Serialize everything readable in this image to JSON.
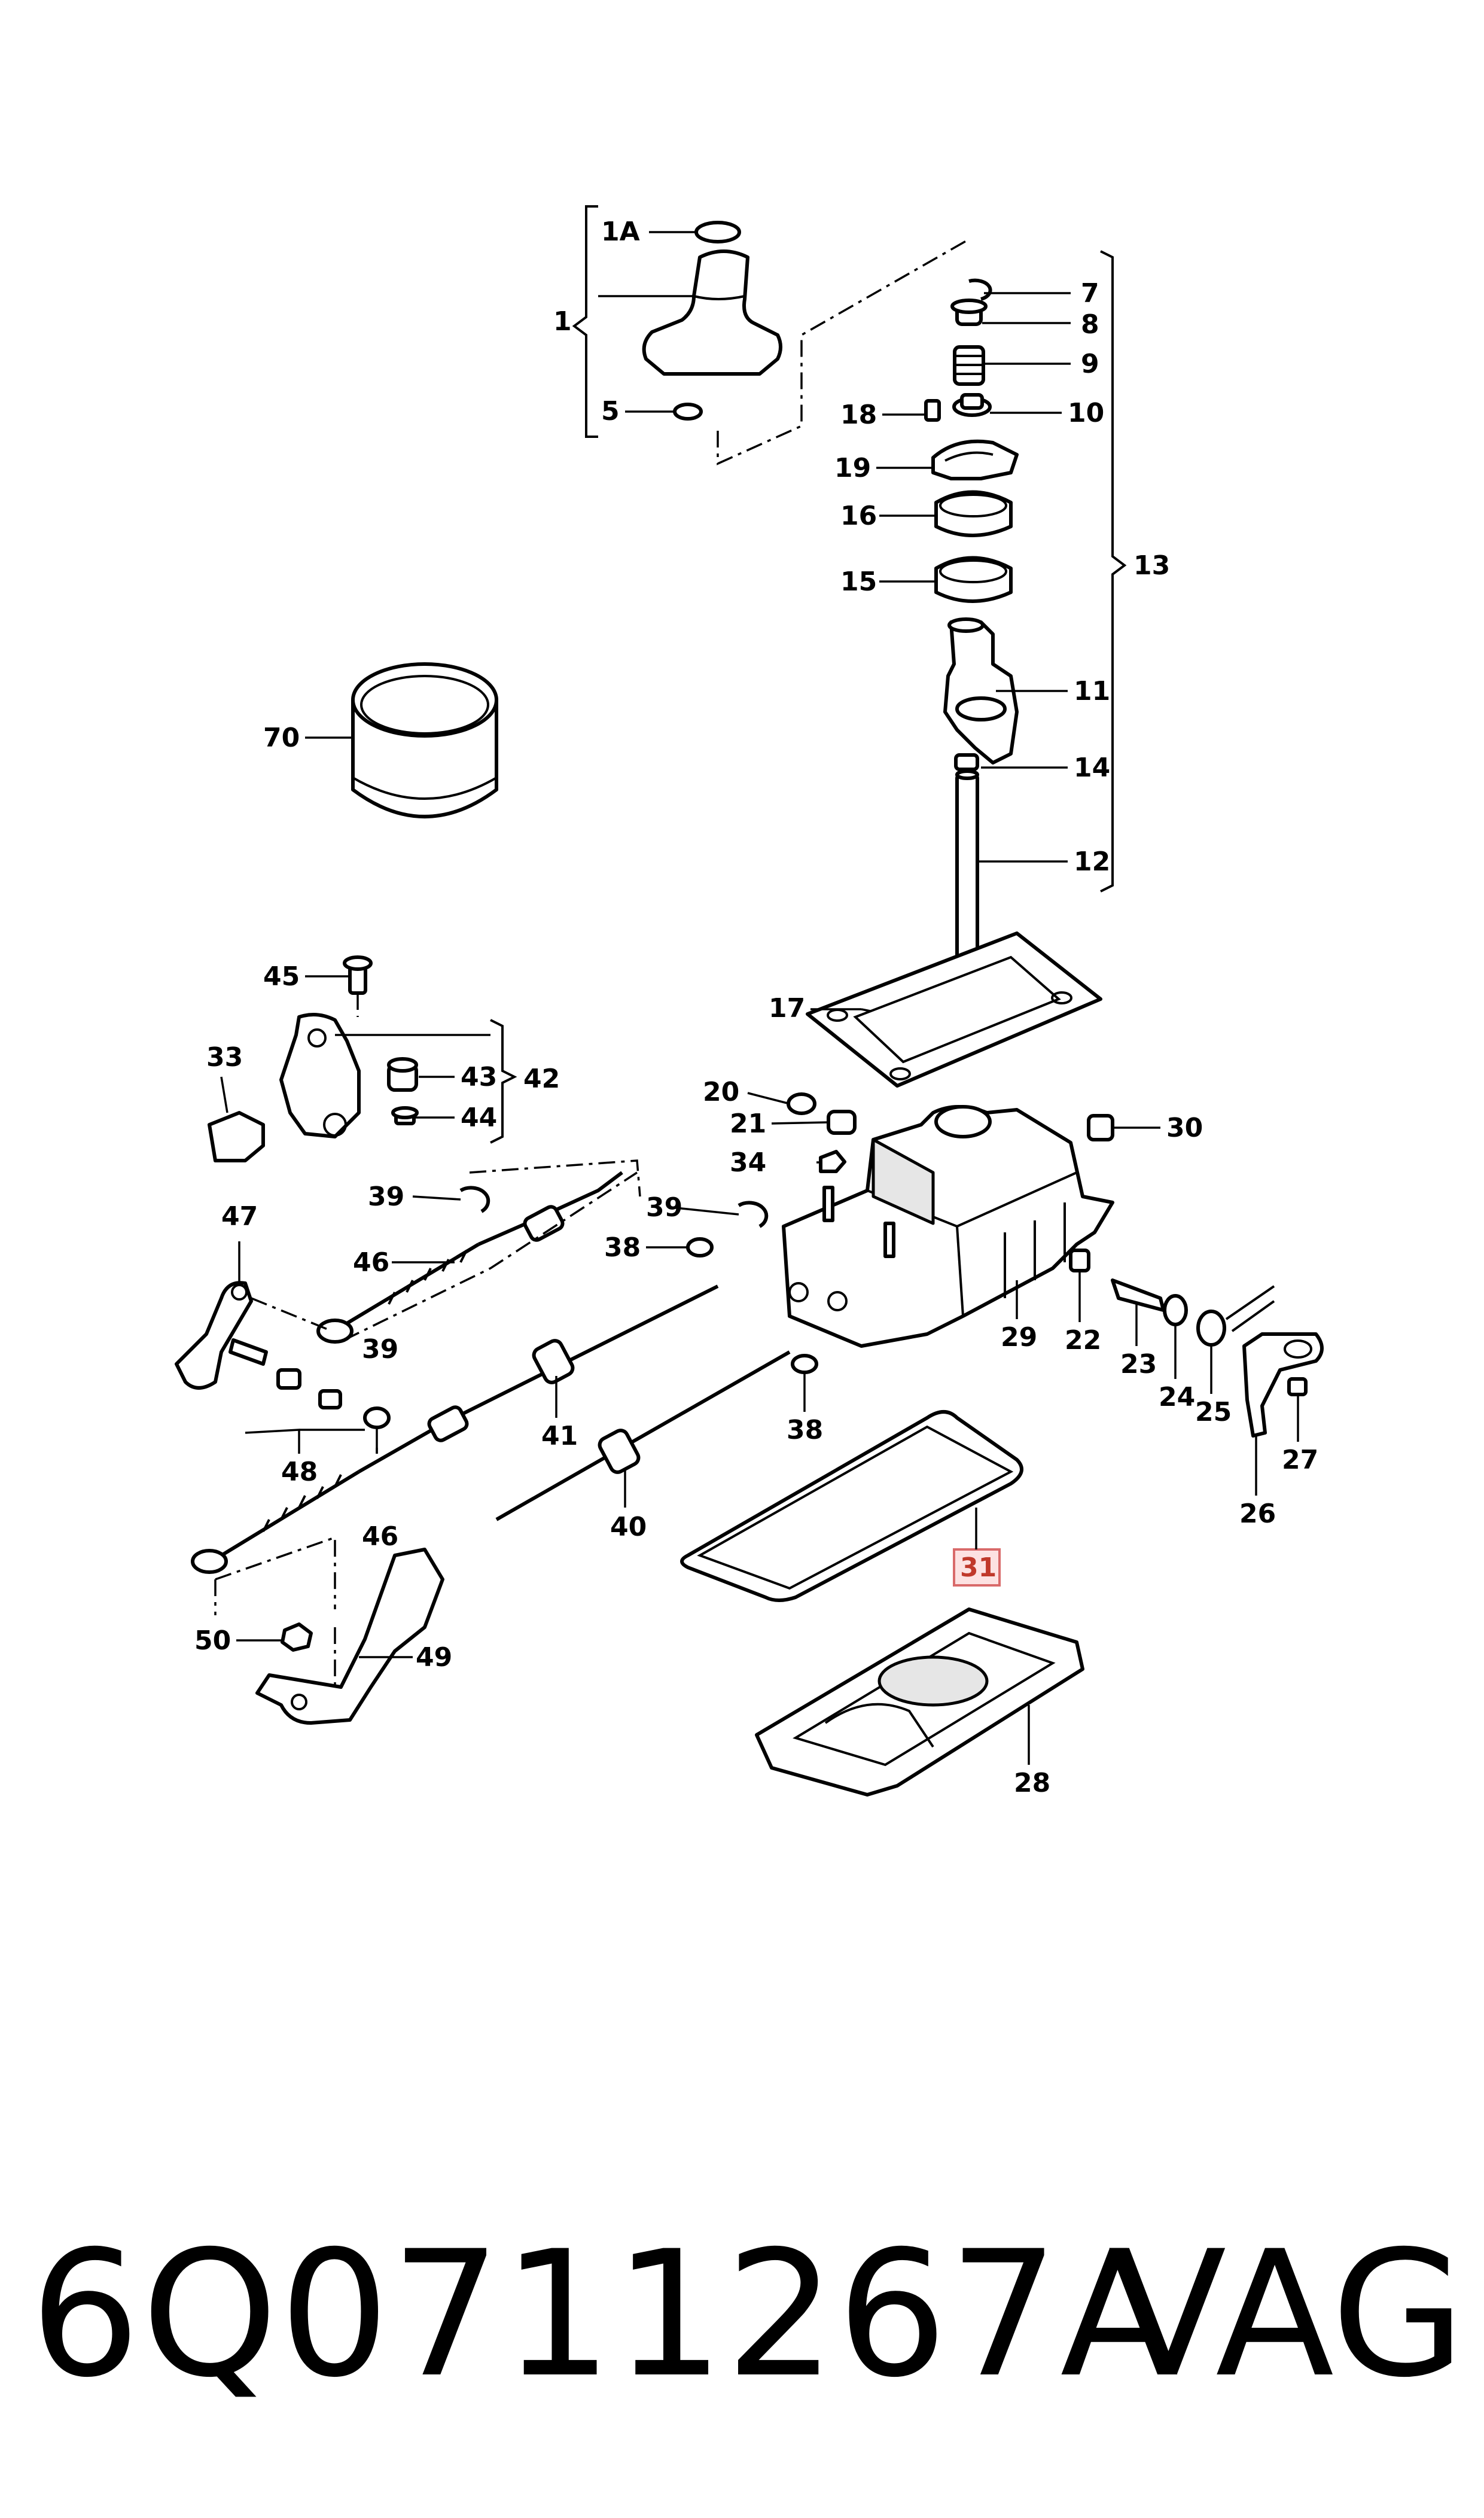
{
  "footer": {
    "part_number": "6Q0711267A",
    "brand": "VAG"
  },
  "callouts": [
    "1A",
    "1",
    "5",
    "7",
    "8",
    "9",
    "18",
    "10",
    "19",
    "16",
    "15",
    "13",
    "11",
    "70",
    "14",
    "12",
    "17",
    "45",
    "33",
    "43",
    "42",
    "44",
    "20",
    "21",
    "30",
    "34",
    "47",
    "39",
    "46",
    "39",
    "38",
    "29",
    "22",
    "23",
    "24",
    "25",
    "27",
    "39",
    "38",
    "41",
    "48",
    "46",
    "40",
    "26",
    "31",
    "50",
    "49",
    "28"
  ],
  "highlight": {
    "label": "31",
    "color": "#fde2e2",
    "border": "#d96a6a"
  }
}
